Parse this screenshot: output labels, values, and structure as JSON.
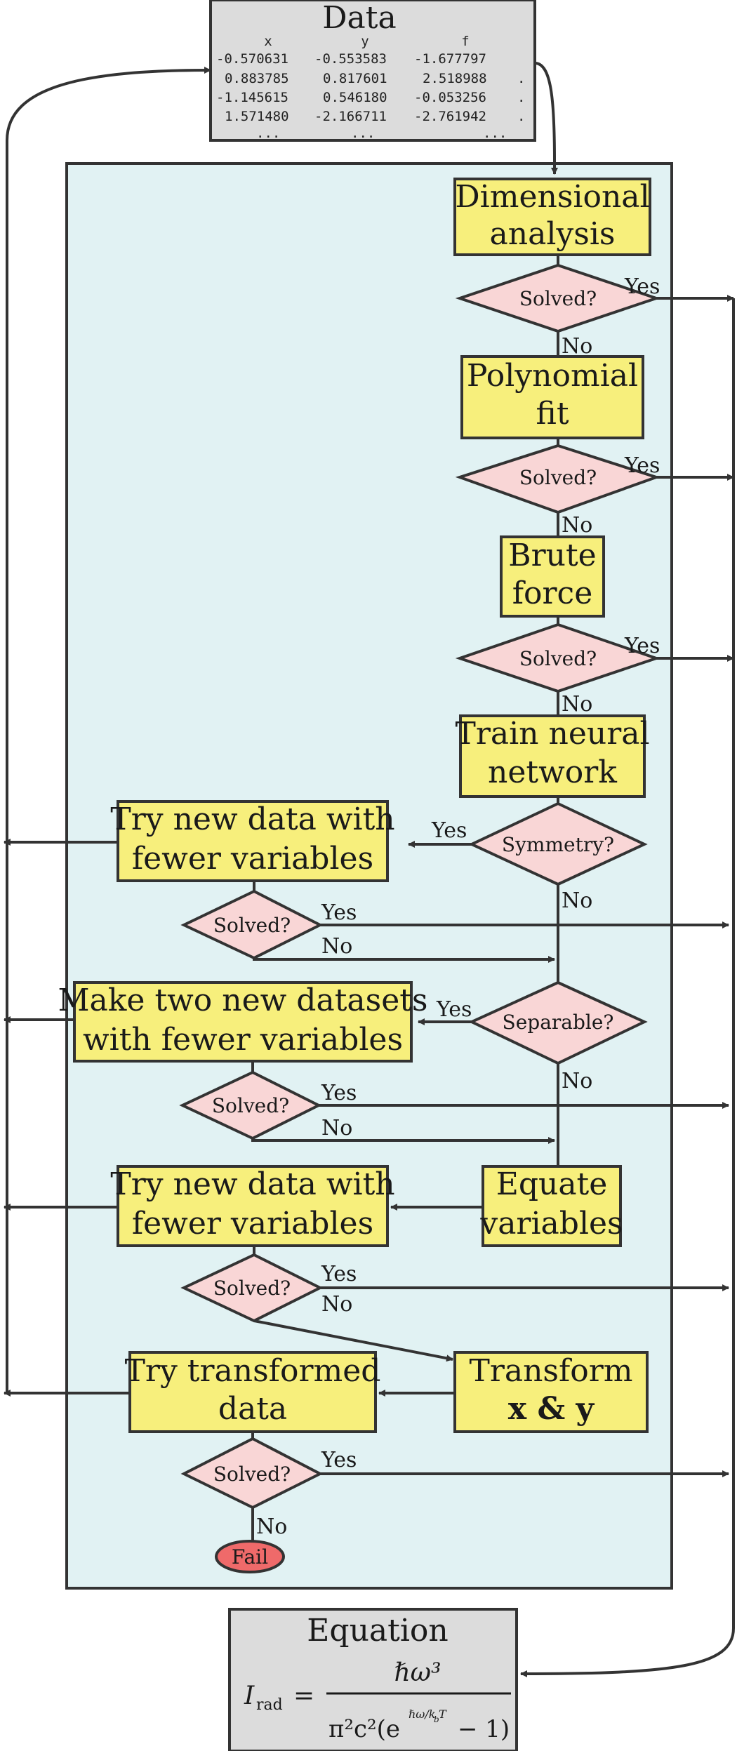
{
  "data_box": {
    "title": "Data",
    "headers": [
      "x",
      "y",
      "f"
    ],
    "rows": [
      [
        "-0.570631",
        "-0.553583",
        "-1.677797"
      ],
      [
        "0.883785",
        "0.817601",
        "2.518988",
        "."
      ],
      [
        "-1.145615",
        "0.546180",
        "-0.053256",
        "."
      ],
      [
        "1.571480",
        "-2.166711",
        "-2.761942",
        "."
      ],
      [
        "...",
        "...",
        "..."
      ]
    ]
  },
  "steps": {
    "dimensional": [
      "Dimensional",
      "analysis"
    ],
    "polynomial": [
      "Polynomial",
      "fit"
    ],
    "brute": [
      "Brute",
      "force"
    ],
    "neural": [
      "Train neural",
      "network"
    ],
    "try_new_1": [
      "Try new data with",
      "fewer variables"
    ],
    "make_two": [
      "Make two new datasets",
      "with fewer variables"
    ],
    "try_new_2": [
      "Try new data with",
      "fewer variables"
    ],
    "equate": [
      "Equate",
      "variables"
    ],
    "transform": [
      "Transform",
      "x & y"
    ],
    "try_transformed": [
      "Try transformed",
      "data"
    ]
  },
  "decisions": {
    "solved": "Solved?",
    "symmetry": "Symmetry?",
    "separable": "Separable?",
    "fail": "Fail"
  },
  "labels": {
    "yes": "Yes",
    "no": "No"
  },
  "equation_box": {
    "title": "Equation",
    "lhs": "I",
    "lhs_sub": "rad",
    "eq": "=",
    "num": "ℏω³",
    "den_a": "π²c²(e",
    "den_sup": "ℏω/k",
    "den_sup2": "b",
    "den_sup3": "T",
    "den_b": "− 1)"
  },
  "colors": {
    "panel": "#e1f2f3",
    "box": "#f7ef7c",
    "diamond": "#f9d6d6",
    "fail": "#ef6a6a",
    "gray": "#dcdcdc",
    "stroke": "#333333"
  }
}
